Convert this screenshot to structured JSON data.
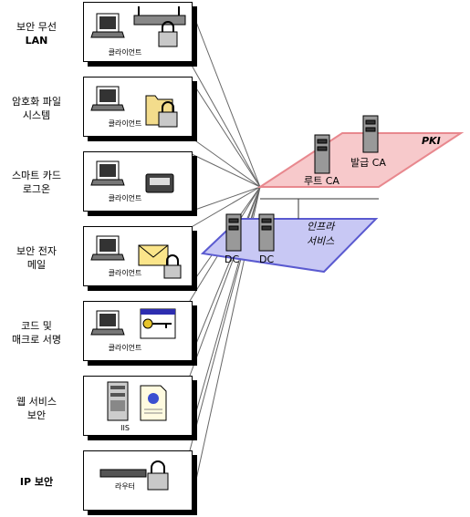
{
  "categories": [
    {
      "line1": "보안 무선",
      "line2": "LAN",
      "line2_bold": true,
      "caption": "클라이언트",
      "icon": "laptop-router-lock-icon"
    },
    {
      "line1": "암호화 파일",
      "line2": "시스템",
      "line2_bold": false,
      "caption": "클라이언트",
      "icon": "laptop-folder-lock-icon"
    },
    {
      "line1": "스마트 카드",
      "line2": "로그온",
      "line2_bold": false,
      "caption": "클라이언트",
      "icon": "laptop-smartcard-icon"
    },
    {
      "line1": "보안 전자",
      "line2": "메일",
      "line2_bold": false,
      "caption": "클라이언트",
      "icon": "laptop-mail-lock-icon"
    },
    {
      "line1": "코드 및",
      "line2": "매크로 서명",
      "line2_bold": false,
      "caption": "클라이언트",
      "icon": "laptop-window-key-icon"
    },
    {
      "line1": "웹 서비스",
      "line2": "보안",
      "line2_bold": false,
      "caption": "IIS",
      "icon": "server-certificate-icon"
    },
    {
      "line1": "IP 보안",
      "line2": "",
      "line2_bold": false,
      "caption": "라우터",
      "icon": "router-lock-icon"
    }
  ],
  "pki": {
    "title": "PKI",
    "root_ca": "루트 CA",
    "issuing_ca": "발급 CA",
    "color": "#f7c9cb",
    "edge_color": "#e8888e"
  },
  "infra": {
    "title_line1": "인프라",
    "title_line2": "서비스",
    "dc1": "DC",
    "dc2": "DC",
    "color": "#c8c8f4",
    "edge_color": "#5a5ad0"
  }
}
